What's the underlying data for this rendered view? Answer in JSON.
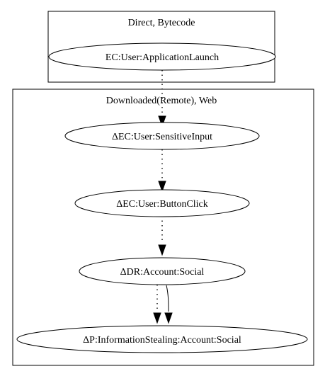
{
  "clusters": [
    {
      "id": "direct",
      "label": "Direct, Bytecode"
    },
    {
      "id": "downloaded",
      "label": "Downloaded(Remote), Web"
    }
  ],
  "nodes": {
    "launch": {
      "label": "EC:User:ApplicationLaunch"
    },
    "sensitive": {
      "label": "ΔEC:User:SensitiveInput"
    },
    "button": {
      "label": "ΔEC:User:ButtonClick"
    },
    "dr": {
      "label": "ΔDR:Account:Social"
    },
    "p": {
      "label": "ΔP:InformationStealing:Account:Social"
    }
  },
  "edges": [
    {
      "from": "launch",
      "to": "sensitive",
      "style": "dotted"
    },
    {
      "from": "sensitive",
      "to": "button",
      "style": "dotted"
    },
    {
      "from": "button",
      "to": "dr",
      "style": "dotted"
    },
    {
      "from": "dr",
      "to": "p",
      "style": "dotted"
    },
    {
      "from": "dr",
      "to": "p",
      "style": "solid"
    }
  ]
}
